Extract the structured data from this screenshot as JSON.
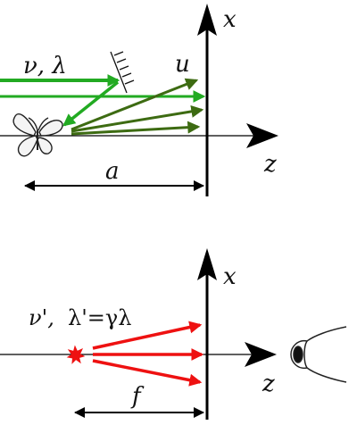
{
  "colors": {
    "axis": "#000000",
    "screen": "#000000",
    "incident_beam": "#22aa22",
    "reflected_beam": "#3d6b12",
    "emitted_beam": "#ee1111"
  },
  "top_panel": {
    "axis_x_label": "x",
    "axis_z_label": "z",
    "beam_label": "ν, λ",
    "reflected_label": "u",
    "distance_label": "a",
    "icons": [
      "mirror-icon",
      "butterfly-icon"
    ]
  },
  "bottom_panel": {
    "axis_x_label": "x",
    "axis_z_label": "z",
    "frequency_label": "ν',",
    "wavelength_label": "λ'=γλ",
    "distance_label": "f",
    "icons": [
      "star-source-icon",
      "eye-icon"
    ]
  }
}
